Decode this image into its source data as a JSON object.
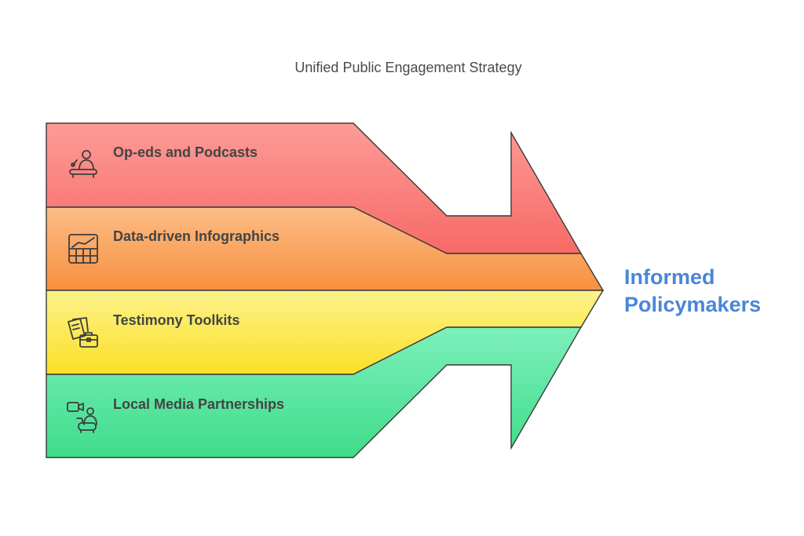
{
  "title": "Unified Public Engagement Strategy",
  "bands": [
    {
      "label": "Op-eds and Podcasts",
      "icon": "person-at-desk-icon",
      "color": "#fb8a86"
    },
    {
      "label": "Data-driven Infographics",
      "icon": "bar-chart-grid-icon",
      "color": "#fba366"
    },
    {
      "label": "Testimony Toolkits",
      "icon": "documents-briefcase-icon",
      "color": "#fbe94a"
    },
    {
      "label": "Local Media Partnerships",
      "icon": "video-camera-person-icon",
      "color": "#5ee6a2"
    }
  ],
  "outcome": {
    "line1": "Informed",
    "line2": "Policymakers",
    "color": "#4a86d8"
  }
}
